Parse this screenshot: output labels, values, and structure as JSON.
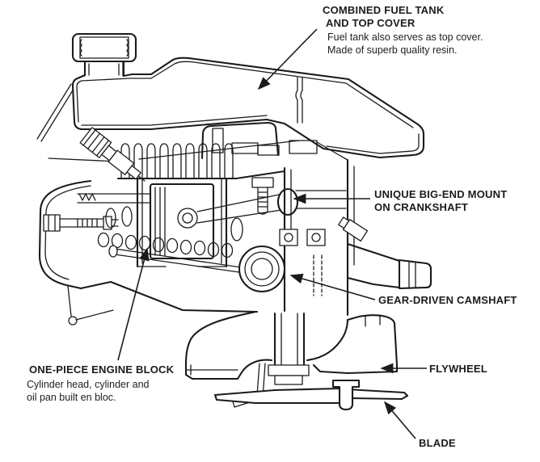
{
  "diagram": {
    "type": "engine-cutaway-line-drawing",
    "colors": {
      "ink": "#1b1b1b",
      "background": "#ffffff"
    },
    "callouts": {
      "fuel_tank": {
        "title_line1": "COMBINED FUEL TANK",
        "title_line2": "AND TOP COVER",
        "desc_line1": "Fuel tank also serves as top cover.",
        "desc_line2": "Made of superb quality resin."
      },
      "big_end_mount": {
        "title_line1": "UNIQUE BIG-END MOUNT",
        "title_line2": "ON CRANKSHAFT"
      },
      "camshaft": {
        "title": "GEAR-DRIVEN CAMSHAFT"
      },
      "engine_block": {
        "title": "ONE-PIECE ENGINE BLOCK",
        "desc_line1": "Cylinder head, cylinder and",
        "desc_line2": "oil pan built en bloc."
      },
      "flywheel": {
        "title": "FLYWHEEL"
      },
      "blade": {
        "title": "BLADE"
      }
    }
  }
}
